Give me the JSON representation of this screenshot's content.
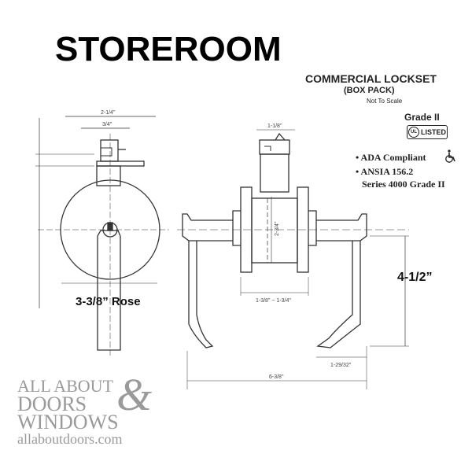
{
  "header": {
    "title": "STOREROOM"
  },
  "spec": {
    "heading": "COMMERCIAL LOCKSET",
    "subheading": "(BOX PACK)",
    "scale_note": "Not To Scale",
    "grade": "Grade II",
    "listing_badge": "LISTED",
    "listing_mark": "UL",
    "bullets": [
      "• ADA Compliant",
      "• ANSIA 156.2",
      "Series 4000 Grade II"
    ]
  },
  "dimensions": {
    "rose": "3-3/8” Rose",
    "lever_height": "4-1/2”",
    "top_width": "2-1/4\"",
    "latch_width": "3/4\"",
    "door_thickness": "1-3/8\" ~ 1-3/4\"",
    "backset": "2-3/4\"",
    "latch_top": "1-1/8\"",
    "lever_projection": "1-29/32\"",
    "overall_width": "6-3/8\""
  },
  "logo": {
    "line1": "ALL ABOUT",
    "line2": "DOORS",
    "line3": "WINDOWS",
    "amp": "&",
    "url": "allaboutdoors.com"
  },
  "colors": {
    "line": "#333333",
    "logo": "#9a9a9a"
  }
}
